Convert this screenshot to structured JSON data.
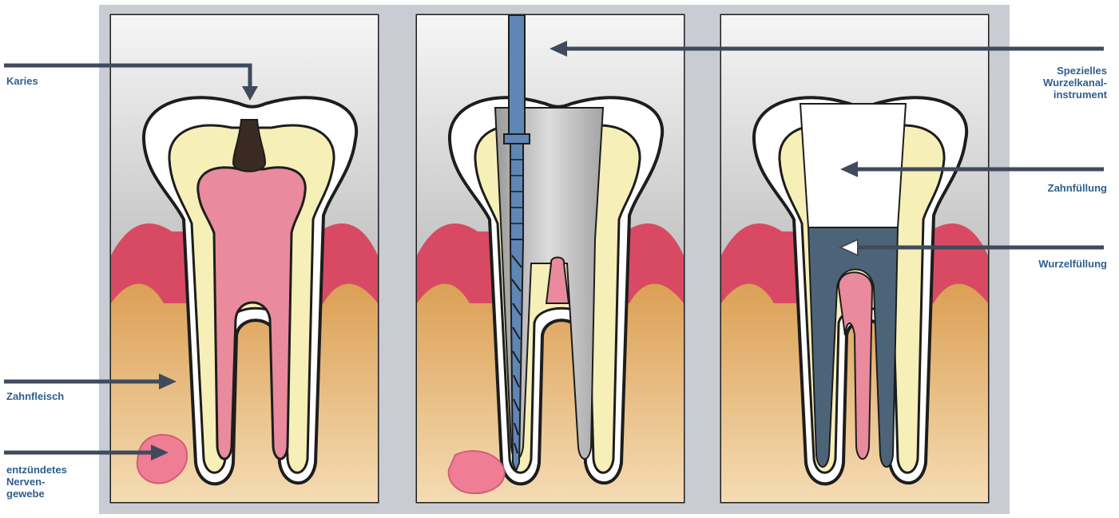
{
  "labels_left": {
    "karies": "Karies",
    "zahnfleisch": "Zahnfleisch",
    "nervengewebe": "entzündetes\nNerven-\ngewebe"
  },
  "labels_right": {
    "instrument": "Spezielles\nWurzelkanal-\ninstrument",
    "zahnfuellung": "Zahnfüllung",
    "wurzelfuellung": "Wurzelfüllung"
  },
  "colors": {
    "label_text": "#2f5e8e",
    "arrow": "#3f4a5c",
    "frame_bg": "#c9ccd3",
    "enamel": "#ffffff",
    "dentin": "#f7efb8",
    "pulp": "#e98a9d",
    "gum": "#d84a63",
    "bone": "#e8b978",
    "caries": "#3b2a22",
    "instrument": "#5f86b5",
    "root_filling": "#4d6478",
    "crown_filling": "#ffffff",
    "abscess": "#ef7d94"
  }
}
